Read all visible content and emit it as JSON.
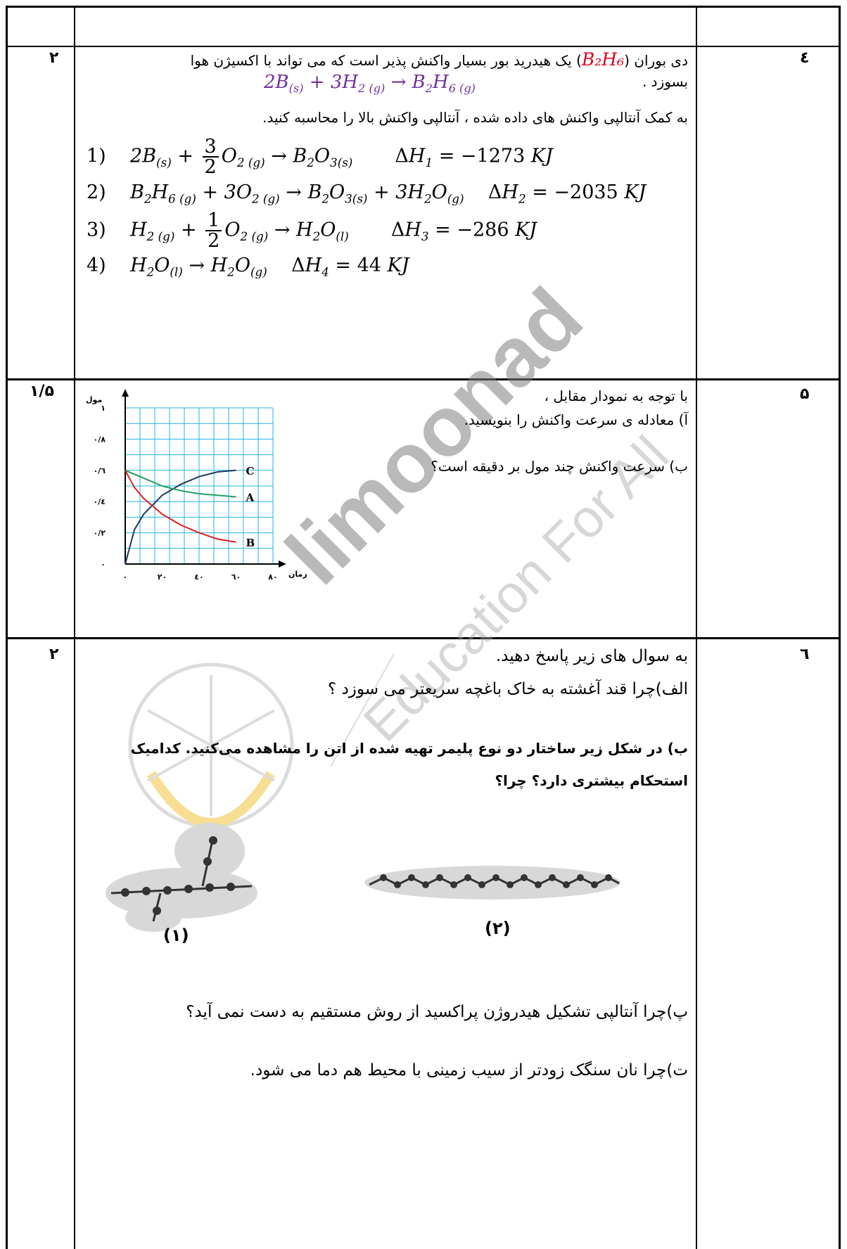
{
  "header_row": {
    "left": "",
    "middle": "",
    "right": ""
  },
  "q4": {
    "number": "٤",
    "score": "۲",
    "intro": "دی بوران (",
    "intro_formula": "B₂H₆",
    "intro_rest": ") یک هیدرید بور بسیار واکنش پذیر است  که می تواند با اکسیژن هوا بسوزد .",
    "main_equation": "2B(s) + 3H2(g) → B2H6(g)",
    "instruction": "به کمک آنتالپی واکنش های داده شده ، آنتالپی واکنش بالا را محاسبه کنید.",
    "reactions": [
      {
        "index": "1)",
        "equation": "2B(s) + 3/2 O2(g) → B2O3(s)",
        "dh": "ΔH1 = −1273 KJ"
      },
      {
        "index": "2)",
        "equation": "B2H6(g) + 3O2(g) → B2O3(s) + 3H2O(g)",
        "dh": "ΔH2 = −2035 KJ"
      },
      {
        "index": "3)",
        "equation": "H2(g) + 1/2 O2(g) → H2O(l)",
        "dh": "ΔH3 = −286 KJ"
      },
      {
        "index": "4)",
        "equation": "H2O(l) → H2O(g)",
        "dh": "ΔH4 = 44 KJ"
      }
    ]
  },
  "q5": {
    "number": "۵",
    "score": "۱/۵",
    "lines": [
      "با توجه به نمودار  مقابل  ،",
      "آ) معادله ی سرعت واکنش را بنویسید.",
      "ب) سرعت واکنش چند مول بر دقیقه است؟"
    ]
  },
  "chart_data": {
    "type": "line",
    "ylabel": "مول",
    "xlabel": "زمان (s)",
    "x_ticks": [
      "۰",
      "۲۰",
      "٤۰",
      "٦۰",
      "۸۰"
    ],
    "y_ticks": [
      "۰",
      "۰/۲",
      "۰/٤",
      "۰/٦",
      "۰/۸",
      "۱"
    ],
    "xlim": [
      0,
      80
    ],
    "ylim": [
      0,
      1
    ],
    "grid": true,
    "series": [
      {
        "name": "C",
        "color": "#1f3864",
        "x": [
          0,
          5,
          10,
          20,
          30,
          40,
          50,
          60
        ],
        "y": [
          0,
          0.22,
          0.32,
          0.44,
          0.51,
          0.56,
          0.59,
          0.6
        ]
      },
      {
        "name": "A",
        "color": "#22a05a",
        "x": [
          0,
          10,
          20,
          30,
          40,
          50,
          60
        ],
        "y": [
          0.6,
          0.55,
          0.5,
          0.47,
          0.45,
          0.44,
          0.43
        ]
      },
      {
        "name": "B",
        "color": "#e02020",
        "x": [
          0,
          5,
          10,
          20,
          30,
          40,
          50,
          60
        ],
        "y": [
          0.6,
          0.49,
          0.42,
          0.32,
          0.25,
          0.2,
          0.16,
          0.14
        ]
      }
    ]
  },
  "q6": {
    "number": "٦",
    "score": "۲",
    "intro": "به سوال های زیر پاسخ دهید.",
    "a": "الف)چرا قند آغشته به خاک باغچه سریعتر می سوزد  ؟",
    "b_line1": "ب) در شکل زیر ساختار دو نوع پلیمر تهیه شده از اتن را مشاهده می‌کنید. کدامیک",
    "b_line2": "استحکام بیشتری دارد؟ چرا؟",
    "label_1": "(۱)",
    "label_2": "(۲)",
    "p": "پ)چرا آنتالپی تشکیل هیدروژن پراکسید از روش مستقیم به دست نمی آید؟",
    "t": "ت)چرا نان سنگک زودتر از سیب زمینی با محیط هم دما می شود."
  },
  "watermark": {
    "brand": "limoonad",
    "tagline": "Education For All"
  },
  "colors": {
    "violet": "#7030a0",
    "red": "#e0001b",
    "grid": "#22b4e6",
    "logo": "#f3c43c"
  }
}
